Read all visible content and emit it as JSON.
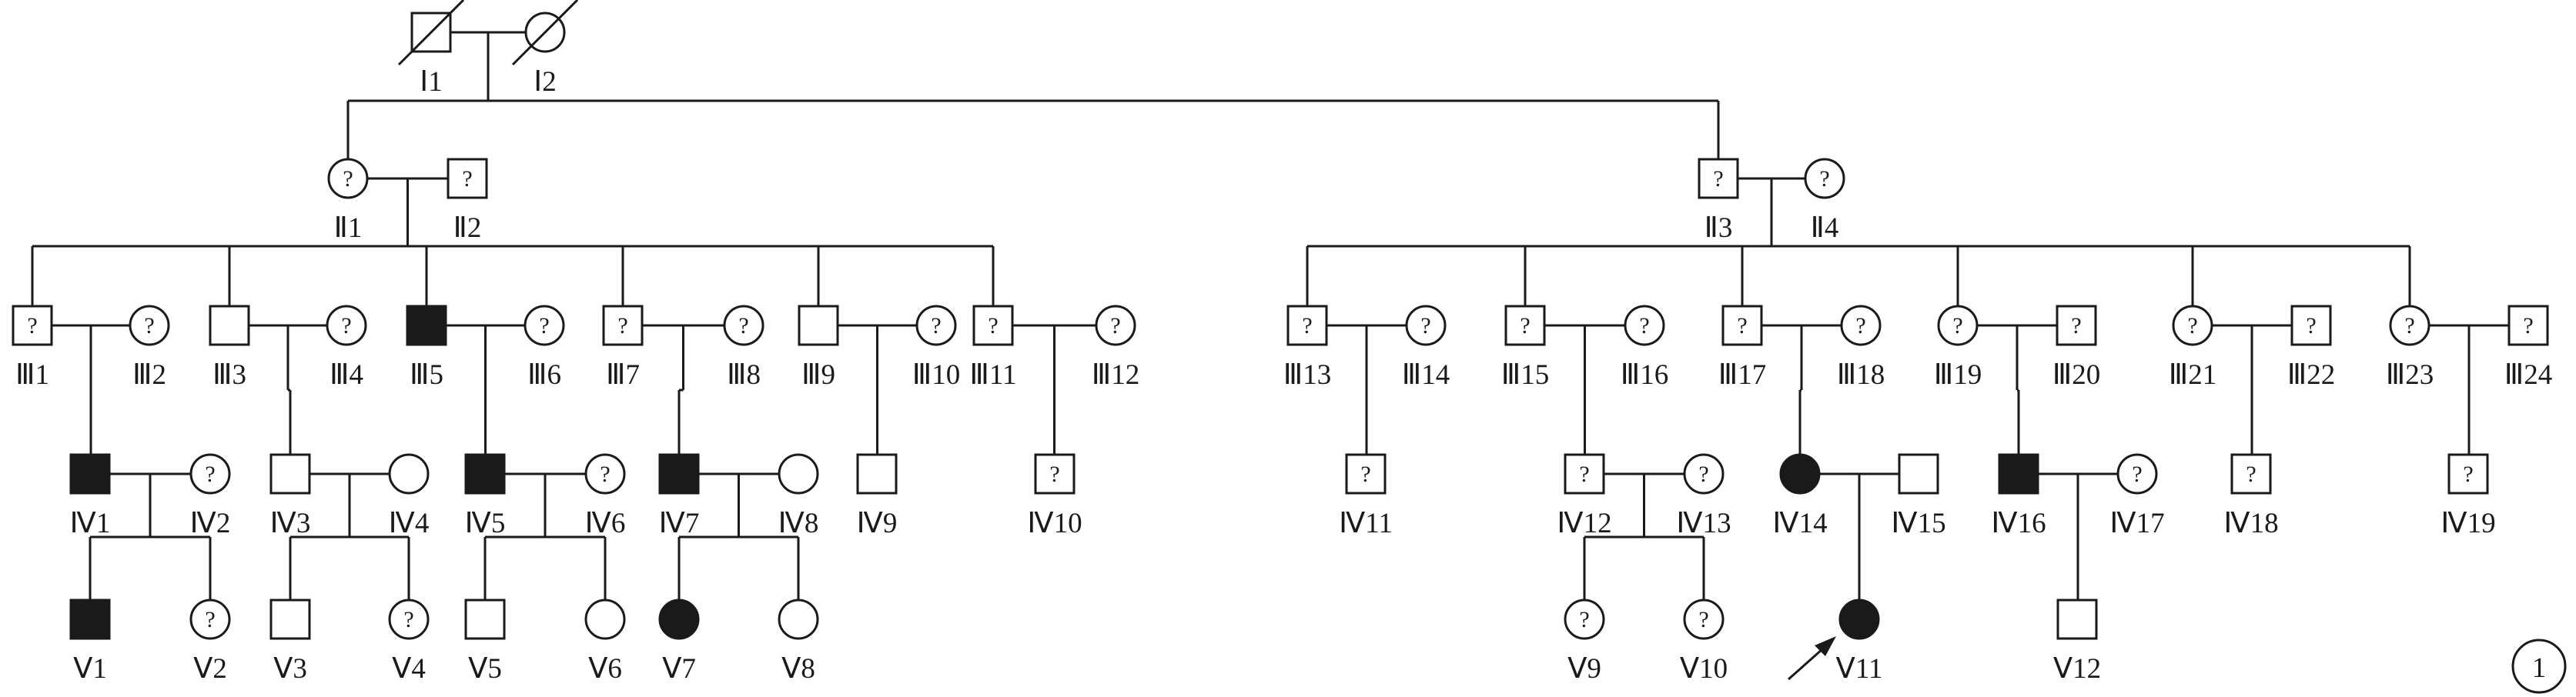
{
  "figure": {
    "panel_label": "1",
    "legend": {
      "affected_fill": "#1a1a1a",
      "unaffected_fill": "#ffffff",
      "unknown_mark": "?"
    },
    "individuals": [
      {
        "id": "I1",
        "label": "Ⅰ1",
        "sex": "male",
        "status": "deceased"
      },
      {
        "id": "I2",
        "label": "Ⅰ2",
        "sex": "female",
        "status": "deceased"
      },
      {
        "id": "II1",
        "label": "Ⅱ1",
        "sex": "female",
        "status": "unknown"
      },
      {
        "id": "II2",
        "label": "Ⅱ2",
        "sex": "male",
        "status": "unknown"
      },
      {
        "id": "II3",
        "label": "Ⅱ3",
        "sex": "male",
        "status": "unknown"
      },
      {
        "id": "II4",
        "label": "Ⅱ4",
        "sex": "female",
        "status": "unknown"
      },
      {
        "id": "III1",
        "label": "Ⅲ1",
        "sex": "male",
        "status": "unknown"
      },
      {
        "id": "III2",
        "label": "Ⅲ2",
        "sex": "female",
        "status": "unknown"
      },
      {
        "id": "III3",
        "label": "Ⅲ3",
        "sex": "male",
        "status": "unaffected"
      },
      {
        "id": "III4",
        "label": "Ⅲ4",
        "sex": "female",
        "status": "unknown"
      },
      {
        "id": "III5",
        "label": "Ⅲ5",
        "sex": "male",
        "status": "affected"
      },
      {
        "id": "III6",
        "label": "Ⅲ6",
        "sex": "female",
        "status": "unknown"
      },
      {
        "id": "III7",
        "label": "Ⅲ7",
        "sex": "male",
        "status": "unknown"
      },
      {
        "id": "III8",
        "label": "Ⅲ8",
        "sex": "female",
        "status": "unknown"
      },
      {
        "id": "III9",
        "label": "Ⅲ9",
        "sex": "male",
        "status": "unaffected"
      },
      {
        "id": "III10",
        "label": "Ⅲ10",
        "sex": "female",
        "status": "unknown"
      },
      {
        "id": "III11",
        "label": "Ⅲ11",
        "sex": "male",
        "status": "unknown"
      },
      {
        "id": "III12",
        "label": "Ⅲ12",
        "sex": "female",
        "status": "unknown"
      },
      {
        "id": "III13",
        "label": "Ⅲ13",
        "sex": "male",
        "status": "unknown"
      },
      {
        "id": "III14",
        "label": "Ⅲ14",
        "sex": "female",
        "status": "unknown"
      },
      {
        "id": "III15",
        "label": "Ⅲ15",
        "sex": "male",
        "status": "unknown"
      },
      {
        "id": "III16",
        "label": "Ⅲ16",
        "sex": "female",
        "status": "unknown"
      },
      {
        "id": "III17",
        "label": "Ⅲ17",
        "sex": "male",
        "status": "unknown"
      },
      {
        "id": "III18",
        "label": "Ⅲ18",
        "sex": "female",
        "status": "unknown"
      },
      {
        "id": "III19",
        "label": "Ⅲ19",
        "sex": "female",
        "status": "unknown"
      },
      {
        "id": "III20",
        "label": "Ⅲ20",
        "sex": "male",
        "status": "unknown"
      },
      {
        "id": "III21",
        "label": "Ⅲ21",
        "sex": "female",
        "status": "unknown"
      },
      {
        "id": "III22",
        "label": "Ⅲ22",
        "sex": "male",
        "status": "unknown"
      },
      {
        "id": "III23",
        "label": "Ⅲ23",
        "sex": "female",
        "status": "unknown"
      },
      {
        "id": "III24",
        "label": "Ⅲ24",
        "sex": "male",
        "status": "unknown"
      },
      {
        "id": "IV1",
        "label": "Ⅳ1",
        "sex": "male",
        "status": "affected"
      },
      {
        "id": "IV2",
        "label": "Ⅳ2",
        "sex": "female",
        "status": "unknown"
      },
      {
        "id": "IV3",
        "label": "Ⅳ3",
        "sex": "male",
        "status": "unaffected"
      },
      {
        "id": "IV4",
        "label": "Ⅳ4",
        "sex": "female",
        "status": "unaffected"
      },
      {
        "id": "IV5",
        "label": "Ⅳ5",
        "sex": "male",
        "status": "affected"
      },
      {
        "id": "IV6",
        "label": "Ⅳ6",
        "sex": "female",
        "status": "unknown"
      },
      {
        "id": "IV7",
        "label": "Ⅳ7",
        "sex": "male",
        "status": "affected"
      },
      {
        "id": "IV8",
        "label": "Ⅳ8",
        "sex": "female",
        "status": "unaffected"
      },
      {
        "id": "IV9",
        "label": "Ⅳ9",
        "sex": "male",
        "status": "unaffected"
      },
      {
        "id": "IV10",
        "label": "Ⅳ10",
        "sex": "male",
        "status": "unknown"
      },
      {
        "id": "IV11",
        "label": "Ⅳ11",
        "sex": "male",
        "status": "unknown"
      },
      {
        "id": "IV12",
        "label": "Ⅳ12",
        "sex": "male",
        "status": "unknown"
      },
      {
        "id": "IV13",
        "label": "Ⅳ13",
        "sex": "female",
        "status": "unknown"
      },
      {
        "id": "IV14",
        "label": "Ⅳ14",
        "sex": "female",
        "status": "affected"
      },
      {
        "id": "IV15",
        "label": "Ⅳ15",
        "sex": "male",
        "status": "unaffected"
      },
      {
        "id": "IV16",
        "label": "Ⅳ16",
        "sex": "male",
        "status": "affected"
      },
      {
        "id": "IV17",
        "label": "Ⅳ17",
        "sex": "female",
        "status": "unknown"
      },
      {
        "id": "IV18",
        "label": "Ⅳ18",
        "sex": "male",
        "status": "unknown"
      },
      {
        "id": "IV19",
        "label": "Ⅳ19",
        "sex": "male",
        "status": "unknown"
      },
      {
        "id": "V1",
        "label": "Ⅴ1",
        "sex": "male",
        "status": "affected"
      },
      {
        "id": "V2",
        "label": "Ⅴ2",
        "sex": "female",
        "status": "unknown"
      },
      {
        "id": "V3",
        "label": "Ⅴ3",
        "sex": "male",
        "status": "unaffected"
      },
      {
        "id": "V4",
        "label": "Ⅴ4",
        "sex": "female",
        "status": "unknown"
      },
      {
        "id": "V5",
        "label": "Ⅴ5",
        "sex": "male",
        "status": "unaffected"
      },
      {
        "id": "V6",
        "label": "Ⅴ6",
        "sex": "female",
        "status": "unaffected"
      },
      {
        "id": "V7",
        "label": "Ⅴ7",
        "sex": "female",
        "status": "affected"
      },
      {
        "id": "V8",
        "label": "Ⅴ8",
        "sex": "female",
        "status": "unaffected"
      },
      {
        "id": "V9",
        "label": "Ⅴ9",
        "sex": "female",
        "status": "unknown"
      },
      {
        "id": "V10",
        "label": "Ⅴ10",
        "sex": "female",
        "status": "unknown"
      },
      {
        "id": "V11",
        "label": "Ⅴ11",
        "sex": "female",
        "status": "affected",
        "proband": true
      },
      {
        "id": "V12",
        "label": "Ⅴ12",
        "sex": "male",
        "status": "unaffected"
      }
    ],
    "unions": [
      {
        "partners": [
          "I1",
          "I2"
        ],
        "children": [
          "II1",
          "II3"
        ]
      },
      {
        "partners": [
          "II1",
          "II2"
        ],
        "children": [
          "III1",
          "III3",
          "III5",
          "III7",
          "III9",
          "III11"
        ]
      },
      {
        "partners": [
          "II3",
          "II4"
        ],
        "children": [
          "III13",
          "III15",
          "III17",
          "III19",
          "III21",
          "III23"
        ]
      },
      {
        "partners": [
          "III1",
          "III2"
        ],
        "children": [
          "IV1"
        ]
      },
      {
        "partners": [
          "III3",
          "III4"
        ],
        "children": [
          "IV3"
        ]
      },
      {
        "partners": [
          "III5",
          "III6"
        ],
        "children": [
          "IV5"
        ]
      },
      {
        "partners": [
          "III7",
          "III8"
        ],
        "children": [
          "IV7"
        ]
      },
      {
        "partners": [
          "III9",
          "III10"
        ],
        "children": [
          "IV9"
        ]
      },
      {
        "partners": [
          "III11",
          "III12"
        ],
        "children": [
          "IV10"
        ]
      },
      {
        "partners": [
          "III13",
          "III14"
        ],
        "children": [
          "IV11"
        ]
      },
      {
        "partners": [
          "III15",
          "III16"
        ],
        "children": [
          "IV12"
        ]
      },
      {
        "partners": [
          "III17",
          "III18"
        ],
        "children": [
          "IV14"
        ]
      },
      {
        "partners": [
          "III19",
          "III20"
        ],
        "children": [
          "IV16"
        ]
      },
      {
        "partners": [
          "III21",
          "III22"
        ],
        "children": [
          "IV18"
        ]
      },
      {
        "partners": [
          "III23",
          "III24"
        ],
        "children": [
          "IV19"
        ]
      },
      {
        "partners": [
          "IV1",
          "IV2"
        ],
        "children": [
          "V1",
          "V2"
        ]
      },
      {
        "partners": [
          "IV3",
          "IV4"
        ],
        "children": [
          "V3",
          "V4"
        ]
      },
      {
        "partners": [
          "IV5",
          "IV6"
        ],
        "children": [
          "V5",
          "V6"
        ]
      },
      {
        "partners": [
          "IV7",
          "IV8"
        ],
        "children": [
          "V7",
          "V8"
        ]
      },
      {
        "partners": [
          "IV12",
          "IV13"
        ],
        "children": [
          "V9",
          "V10"
        ]
      },
      {
        "partners": [
          "IV14",
          "IV15"
        ],
        "children": [
          "V11"
        ]
      },
      {
        "partners": [
          "IV16",
          "IV17"
        ],
        "children": [
          "V12"
        ]
      }
    ]
  }
}
